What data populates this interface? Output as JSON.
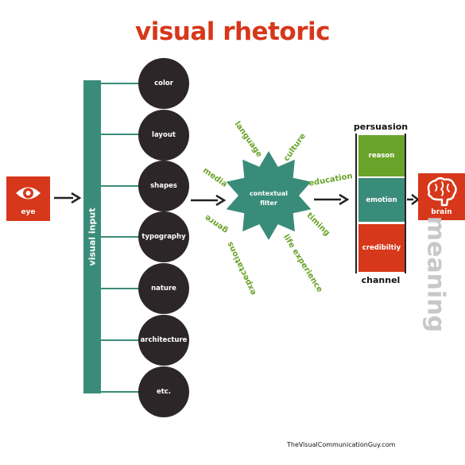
{
  "title": "visual rhetoric",
  "colors": {
    "title": "#d7371a",
    "teal": "#3a8c7a",
    "dark_circle": "#2d2628",
    "green_text": "#6aa329",
    "reason": "#6aa329",
    "emotion": "#3a8c7a",
    "credibility": "#d7371a",
    "meaning": "#c8c8c8",
    "arrow": "#222222"
  },
  "eye": {
    "label": "eye",
    "icon": "eye-icon"
  },
  "visual_input": {
    "label": "visual input",
    "items": [
      "color",
      "layout",
      "shapes",
      "typography",
      "nature",
      "architecture",
      "etc."
    ]
  },
  "filter": {
    "label_line1": "contextual",
    "label_line2": "filter",
    "influences": [
      "language",
      "culture",
      "media",
      "education",
      "genre",
      "timing",
      "expectations",
      "life experience"
    ]
  },
  "persuasion": {
    "top_label": "persuasion",
    "bottom_label": "channel",
    "items": [
      "reason",
      "emotion",
      "credibiltiy"
    ]
  },
  "brain": {
    "label": "brain",
    "icon": "brain-icon"
  },
  "meaning": "meaning",
  "footer": "TheVisualCommunicationGuy.com"
}
